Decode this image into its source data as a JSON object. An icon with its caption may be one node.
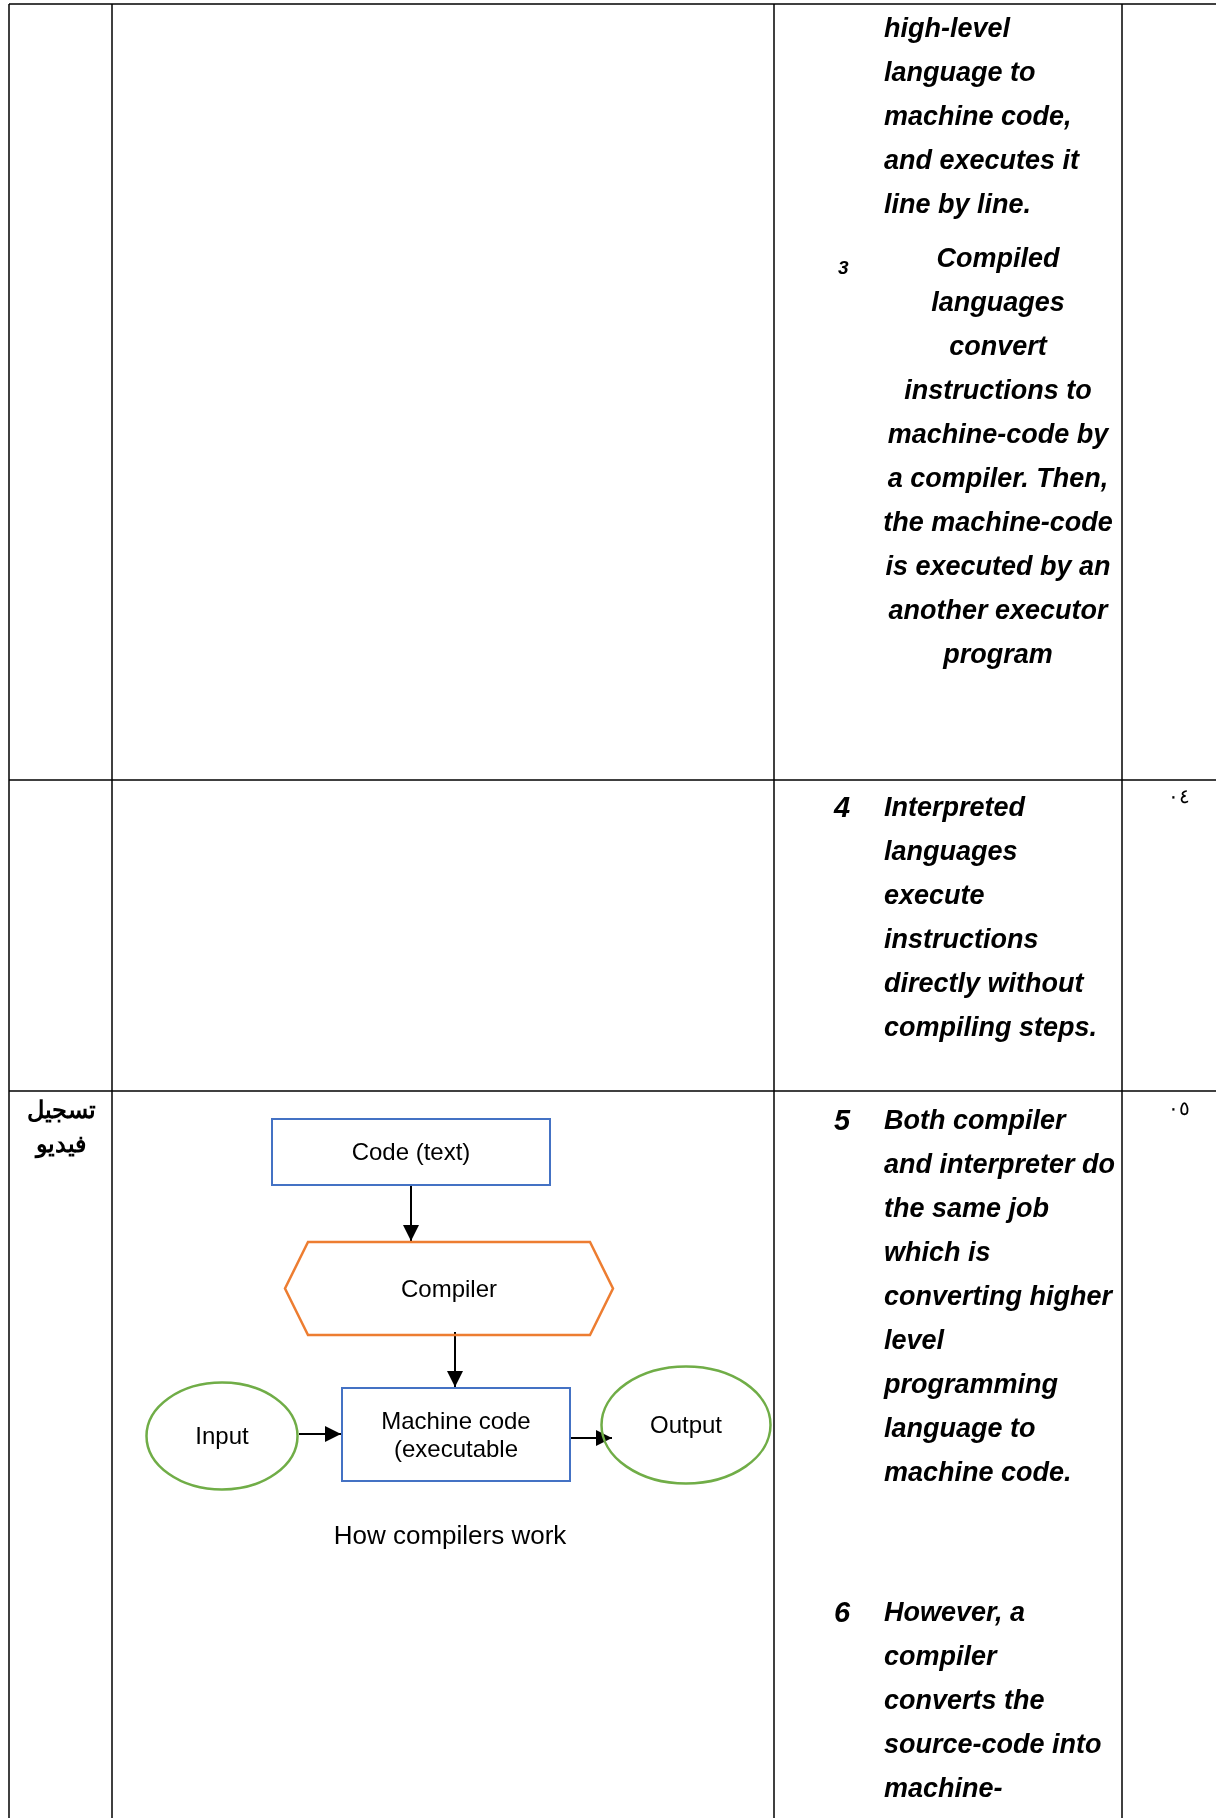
{
  "diagram": {
    "nodes": [
      {
        "text": [
          "Code (text)"
        ]
      },
      {
        "text": [
          "Compiler"
        ]
      },
      {
        "text": [
          "Machine code (executable"
        ]
      },
      {
        "text": [
          "Input"
        ]
      },
      {
        "text": [
          "Output"
        ]
      }
    ],
    "edges": [
      {
        "from": 0,
        "to": 1,
        "arrow": "to"
      },
      {
        "from": 1,
        "to": 2,
        "arrow": "to"
      },
      {
        "from": 3,
        "to": 2,
        "arrow": "to"
      },
      {
        "from": 2,
        "to": 4,
        "arrow": "to"
      }
    ],
    "labels": [
      "high-level language to machine code, and executes it line by line.",
      "3",
      "Compiled languages convert instructions to machine-code by a compiler. Then, the machine-code is executed by an another executor program",
      "4",
      "Interpreted languages execute instructions directly without compiling steps.",
      "٠٤",
      "تسجيل فيديو",
      "How compilers work",
      "5",
      "Both compiler and interpreter do the same job which is converting higher level programming language to machine code.",
      "6",
      "However, a compiler converts the source-code into machine-",
      "٠٥"
    ]
  }
}
